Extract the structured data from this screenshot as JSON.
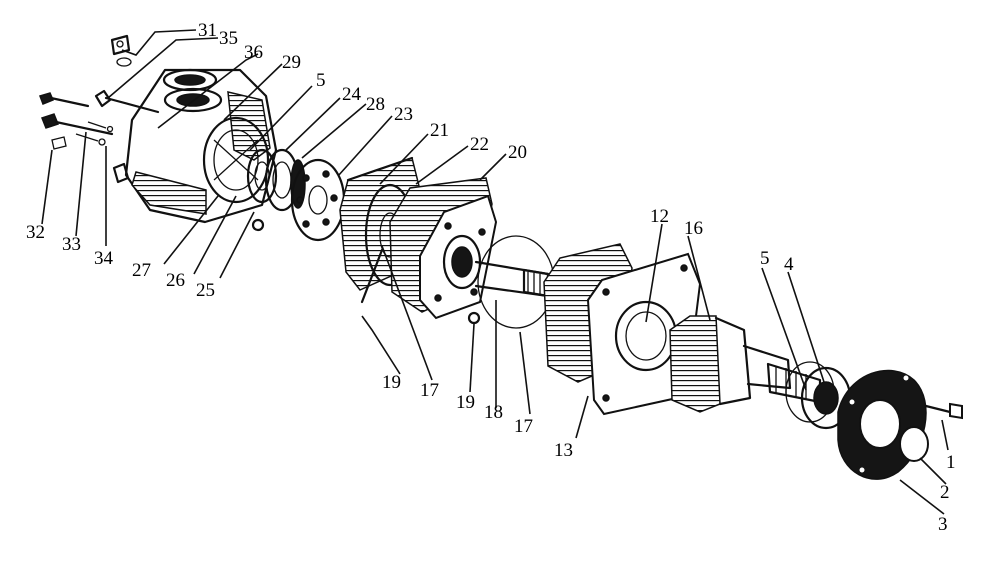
{
  "diagram": {
    "type": "exploded-view",
    "callouts": [
      {
        "id": "c31",
        "label": "31"
      },
      {
        "id": "c35",
        "label": "35"
      },
      {
        "id": "c36",
        "label": "36"
      },
      {
        "id": "c29",
        "label": "29"
      },
      {
        "id": "c5a",
        "label": "5"
      },
      {
        "id": "c24",
        "label": "24"
      },
      {
        "id": "c28",
        "label": "28"
      },
      {
        "id": "c23",
        "label": "23"
      },
      {
        "id": "c21",
        "label": "21"
      },
      {
        "id": "c22",
        "label": "22"
      },
      {
        "id": "c20",
        "label": "20"
      },
      {
        "id": "c12",
        "label": "12"
      },
      {
        "id": "c16",
        "label": "16"
      },
      {
        "id": "c5b",
        "label": "5"
      },
      {
        "id": "c4",
        "label": "4"
      },
      {
        "id": "c1",
        "label": "1"
      },
      {
        "id": "c2",
        "label": "2"
      },
      {
        "id": "c3",
        "label": "3"
      },
      {
        "id": "c13",
        "label": "13"
      },
      {
        "id": "c17a",
        "label": "17"
      },
      {
        "id": "c18",
        "label": "18"
      },
      {
        "id": "c19a",
        "label": "19"
      },
      {
        "id": "c17b",
        "label": "17"
      },
      {
        "id": "c19b",
        "label": "19"
      },
      {
        "id": "c25",
        "label": "25"
      },
      {
        "id": "c26",
        "label": "26"
      },
      {
        "id": "c27",
        "label": "27"
      },
      {
        "id": "c34",
        "label": "34"
      },
      {
        "id": "c33",
        "label": "33"
      },
      {
        "id": "c32",
        "label": "32"
      }
    ]
  }
}
